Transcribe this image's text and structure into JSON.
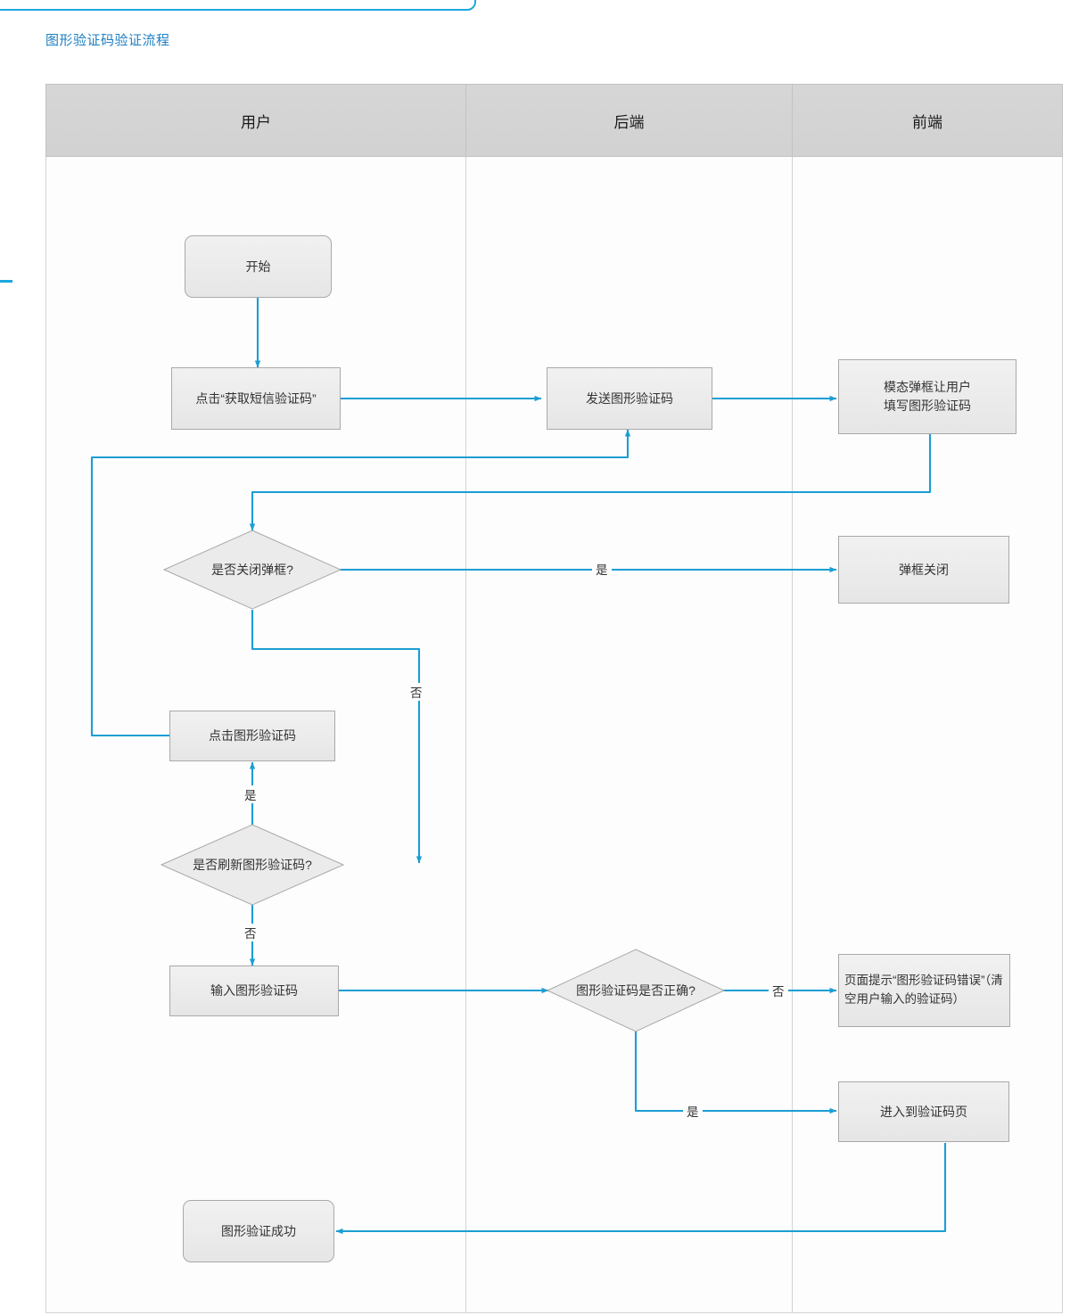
{
  "title": "图形验证码验证流程",
  "accent_color": "#1e7fc1",
  "connector_color": "#1b9ed4",
  "node_fill": "#ebebeb",
  "lane_header_fill": "#d4d4d4",
  "lanes": [
    {
      "name": "user",
      "label": "用户"
    },
    {
      "name": "backend",
      "label": "后端"
    },
    {
      "name": "frontend",
      "label": "前端"
    }
  ],
  "nodes": [
    {
      "id": "start",
      "label": "开始",
      "shape": "rounded-rect",
      "lane": "user"
    },
    {
      "id": "click_sms",
      "label": "点击“获取短信验证码”",
      "shape": "rect",
      "lane": "user"
    },
    {
      "id": "send_captcha",
      "label": "发送图形验证码",
      "shape": "rect",
      "lane": "backend"
    },
    {
      "id": "modal",
      "label": "模态弹框让用户\n填写图形验证码",
      "shape": "rect",
      "lane": "frontend"
    },
    {
      "id": "close_dialog",
      "label": "是否关闭弹框?",
      "shape": "diamond",
      "lane": "user"
    },
    {
      "id": "dialog_closed",
      "label": "弹框关闭",
      "shape": "rect",
      "lane": "frontend"
    },
    {
      "id": "click_captcha",
      "label": "点击图形验证码",
      "shape": "rect",
      "lane": "user"
    },
    {
      "id": "refresh",
      "label": "是否刷新图形验证码?",
      "shape": "diamond",
      "lane": "user"
    },
    {
      "id": "input_captcha",
      "label": "输入图形验证码",
      "shape": "rect",
      "lane": "user"
    },
    {
      "id": "is_correct",
      "label": "图形验证码是否正确?",
      "shape": "diamond",
      "lane": "backend"
    },
    {
      "id": "error_tip",
      "label": "页面提示“图形验证码错误”（清空用户输入的验证码）",
      "shape": "rect",
      "lane": "frontend"
    },
    {
      "id": "goto_page",
      "label": "进入到验证码页",
      "shape": "rect",
      "lane": "frontend"
    },
    {
      "id": "success",
      "label": "图形验证成功",
      "shape": "rounded-rect",
      "lane": "user"
    }
  ],
  "node_text": {
    "start": "开始",
    "click_sms": "点击“获取短信验证码”",
    "send_captcha": "发送图形验证码",
    "modal_line1": "模态弹框让用户",
    "modal_line2": "填写图形验证码",
    "close_dialog": "是否关闭弹框?",
    "dialog_closed": "弹框关闭",
    "click_captcha": "点击图形验证码",
    "refresh": "是否刷新图形验证码?",
    "input_captcha": "输入图形验证码",
    "is_correct": "图形验证码是否正确?",
    "error_tip": "页面提示“图形验证码错误”（清空用户输入的验证码）",
    "goto_page": "进入到验证码页",
    "success": "图形验证成功"
  },
  "edge_labels": {
    "close_dialog_yes": "是",
    "close_dialog_no": "否",
    "refresh_yes": "是",
    "refresh_no": "否",
    "is_correct_no": "否",
    "is_correct_yes": "是"
  },
  "edges": [
    {
      "from": "start",
      "to": "click_sms",
      "label": ""
    },
    {
      "from": "click_sms",
      "to": "send_captcha",
      "label": ""
    },
    {
      "from": "send_captcha",
      "to": "modal",
      "label": ""
    },
    {
      "from": "modal",
      "to": "close_dialog",
      "label": ""
    },
    {
      "from": "close_dialog",
      "to": "dialog_closed",
      "label": "是"
    },
    {
      "from": "close_dialog",
      "to": "refresh",
      "label": "否"
    },
    {
      "from": "refresh",
      "to": "click_captcha",
      "label": "是"
    },
    {
      "from": "click_captcha",
      "to": "send_captcha",
      "label": ""
    },
    {
      "from": "refresh",
      "to": "input_captcha",
      "label": "否"
    },
    {
      "from": "input_captcha",
      "to": "is_correct",
      "label": ""
    },
    {
      "from": "is_correct",
      "to": "error_tip",
      "label": "否"
    },
    {
      "from": "is_correct",
      "to": "goto_page",
      "label": "是"
    },
    {
      "from": "goto_page",
      "to": "success",
      "label": ""
    }
  ]
}
